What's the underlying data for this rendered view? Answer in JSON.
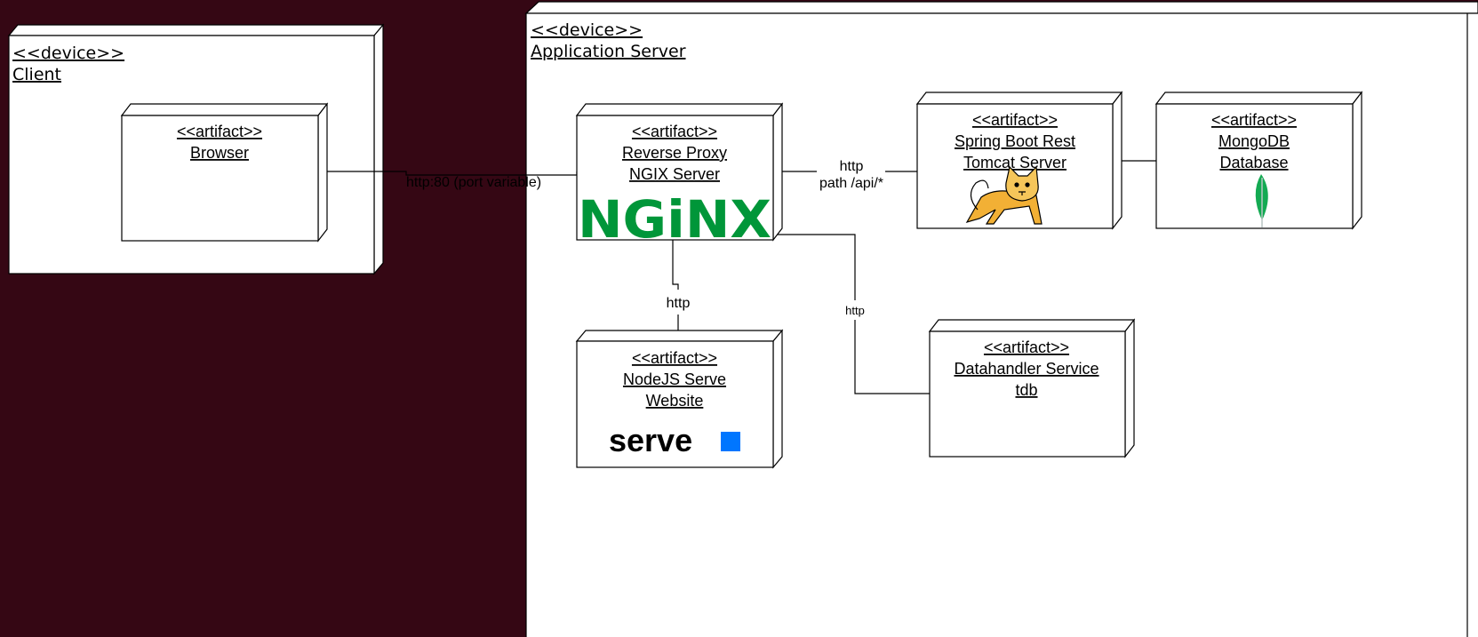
{
  "devices": {
    "client": {
      "stereotype": "<<device>>",
      "name": "Client"
    },
    "app_server": {
      "stereotype": "<<device>>",
      "name": "Application Server"
    }
  },
  "artifacts": {
    "browser": {
      "stereotype": "<<artifact>>",
      "lines": [
        "Browser"
      ]
    },
    "nginx": {
      "stereotype": "<<artifact>>",
      "lines": [
        "Reverse Proxy",
        "NGIX Server"
      ],
      "logo_text": "NGiNX",
      "logo_color": "#009639"
    },
    "spring": {
      "stereotype": "<<artifact>>",
      "lines": [
        "Spring Boot Rest",
        "Tomcat Server"
      ],
      "icon": "tomcat-cat-icon"
    },
    "mongo": {
      "stereotype": "<<artifact>>",
      "lines": [
        "MongoDB",
        "Database"
      ],
      "icon": "mongodb-leaf-icon",
      "icon_color": "#13aa52"
    },
    "nodejs": {
      "stereotype": "<<artifact>>",
      "lines": [
        "NodeJS Serve",
        "Website"
      ],
      "logo_text": "serve",
      "logo_square_color": "#0076ff"
    },
    "datahandler": {
      "stereotype": "<<artifact>>",
      "lines": [
        "Datahandler Service",
        "tdb"
      ]
    }
  },
  "connections": {
    "browser_nginx": "http:80 (port variable)",
    "nginx_spring_line1": "http",
    "nginx_spring_line2": "path /api/*",
    "nginx_nodejs": "http",
    "nginx_datahandler": "http"
  },
  "colors": {
    "background": "#350714",
    "node_fill": "#ffffff",
    "stroke": "#000000"
  }
}
